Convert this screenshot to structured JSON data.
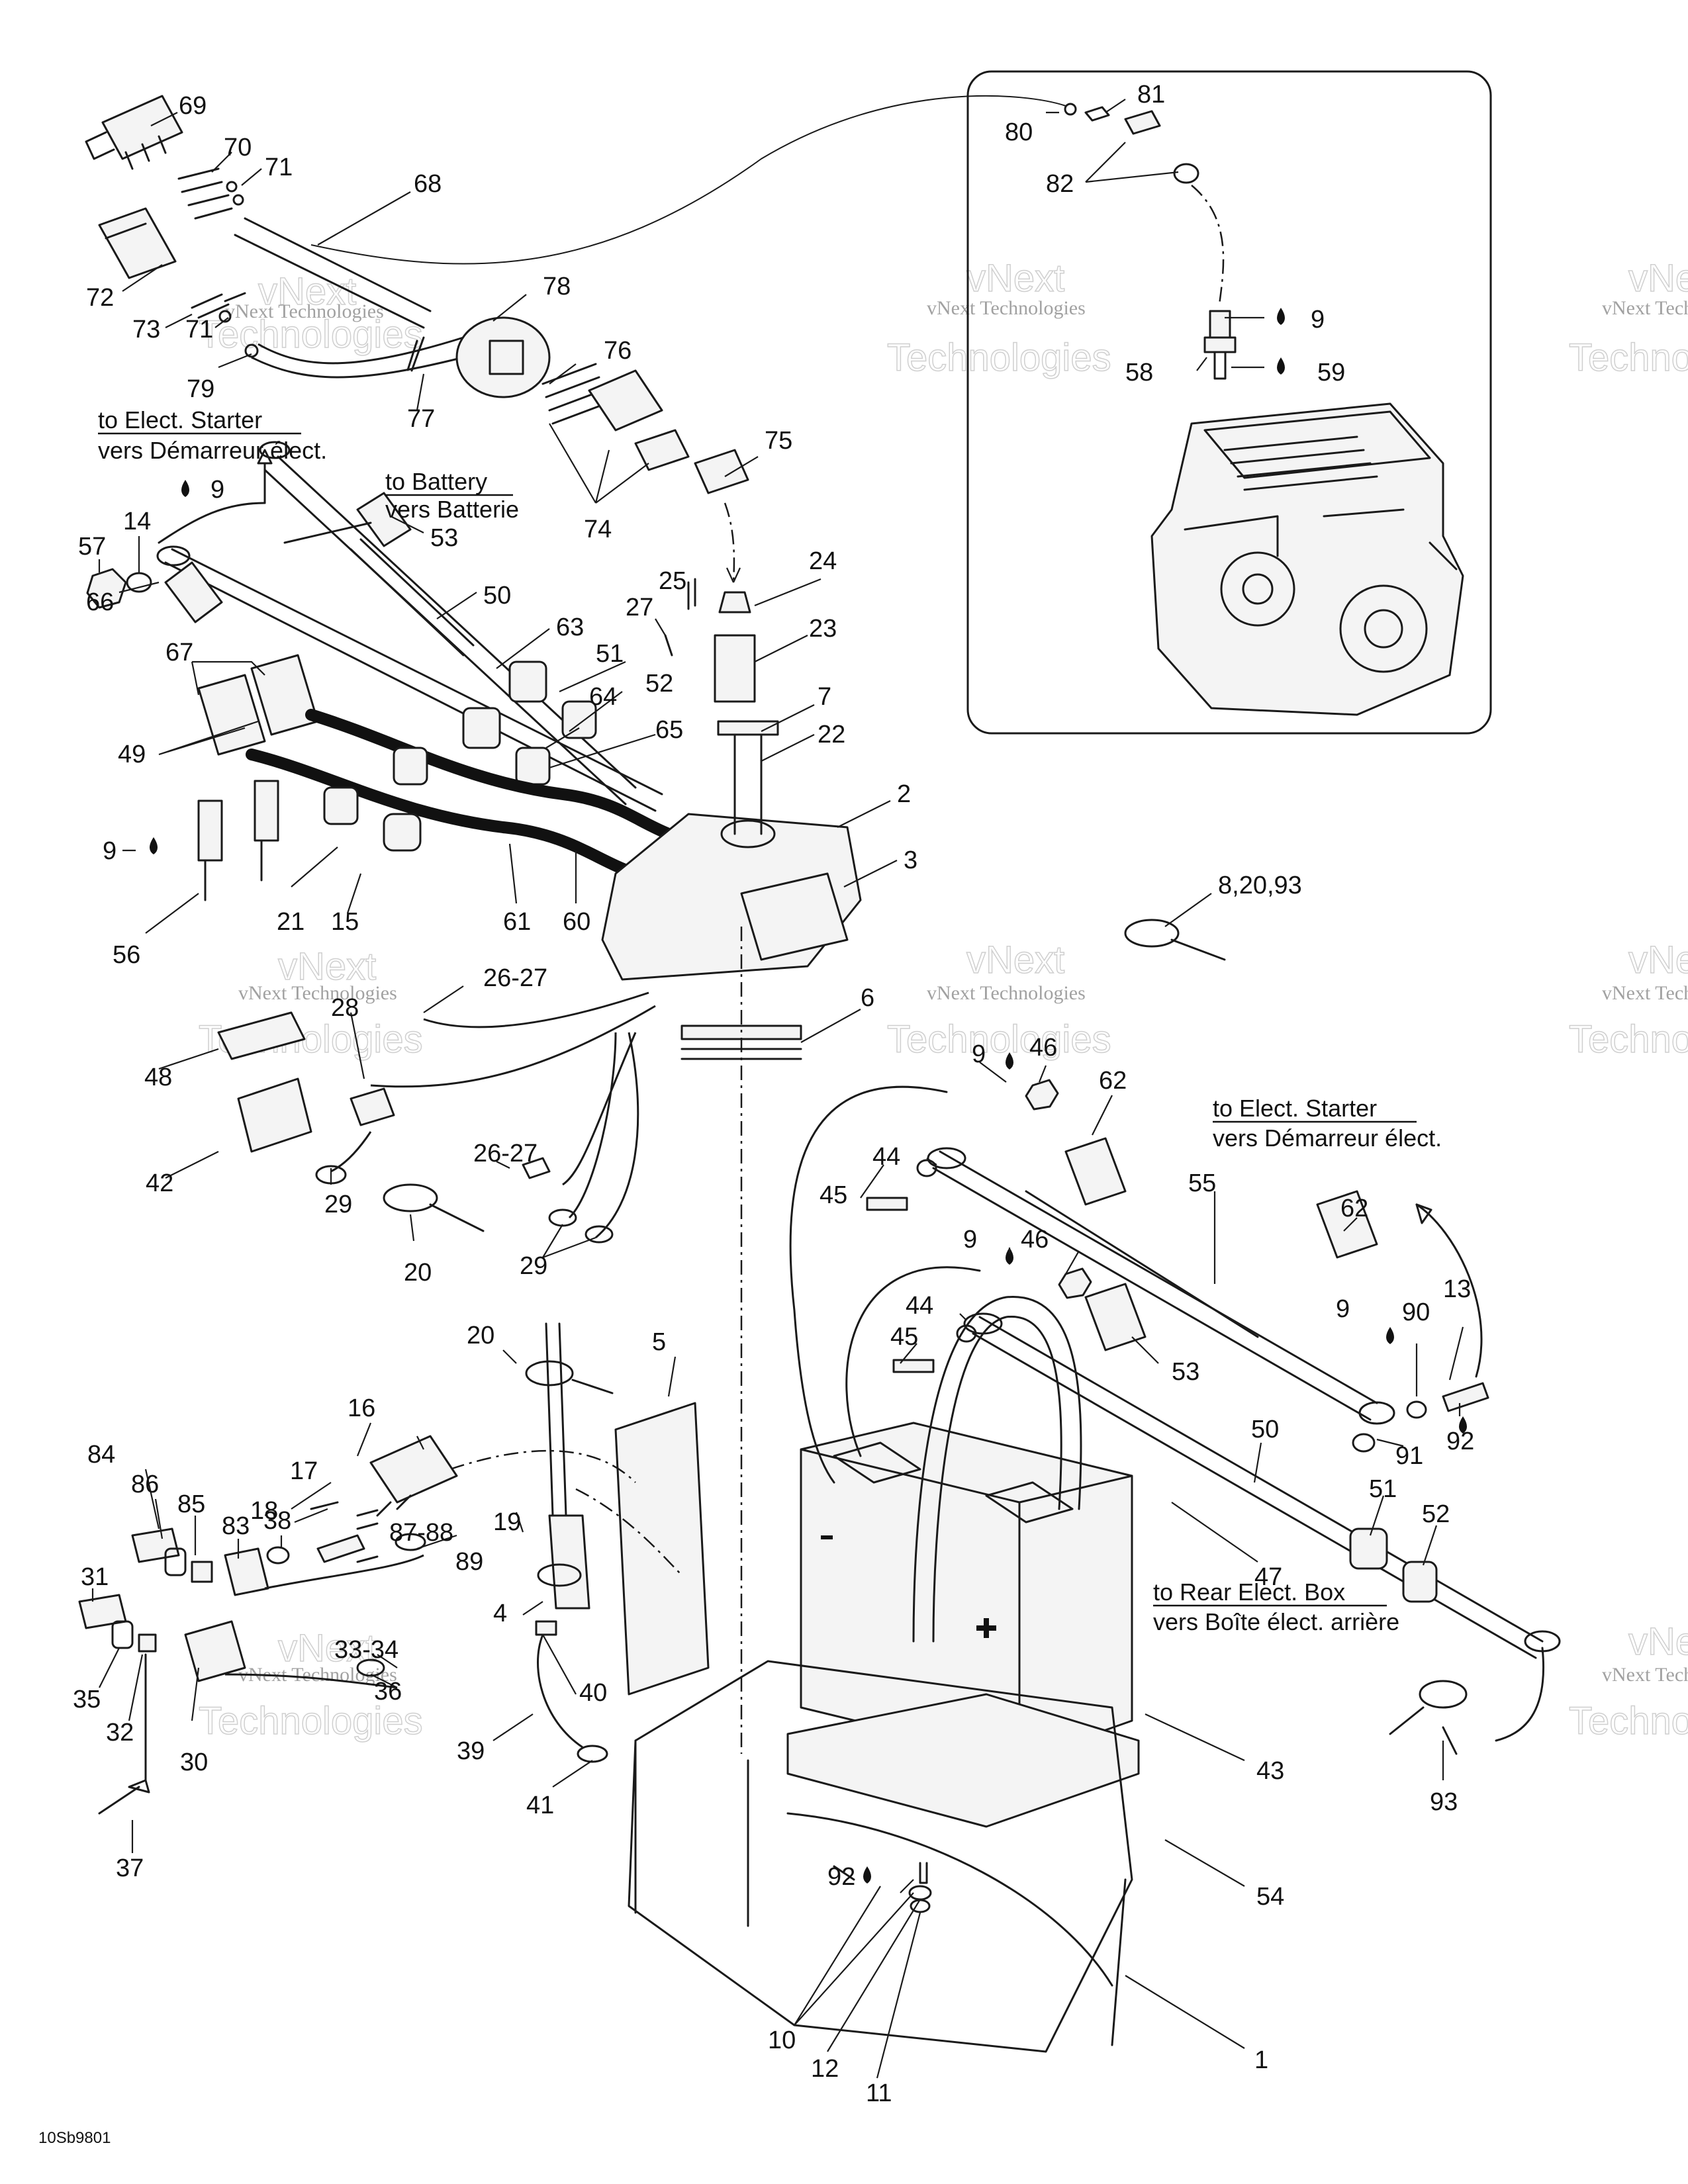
{
  "drawing_ref": "10Sb9801",
  "watermark": {
    "small": "vNext Technologies",
    "big_top": "vNext",
    "big_bottom": "Technologies"
  },
  "notes": {
    "starter_en_1": "to Elect. Starter",
    "starter_fr_1": "vers Démarreur élect.",
    "battery_en": "to Battery",
    "battery_fr": "vers Batterie",
    "starter_en_2": "to Elect. Starter",
    "starter_fr_2": "vers Démarreur élect.",
    "rear_box_en": "to Rear Elect. Box",
    "rear_box_fr": "vers Boîte élect. arrière"
  },
  "callouts": {
    "c69": "69",
    "c70": "70",
    "c71a": "71",
    "c68": "68",
    "c72": "72",
    "c73": "73",
    "c71b": "71",
    "c78": "78",
    "c79": "79",
    "c77": "77",
    "c76": "76",
    "c74": "74",
    "c75": "75",
    "c80": "80",
    "c81": "81",
    "c82": "82",
    "c9a": "9",
    "c58": "58",
    "c59": "59",
    "c9b": "9",
    "c57": "57",
    "c14": "14",
    "c66": "66",
    "c53a": "53",
    "c50a": "50",
    "c63": "63",
    "c25": "25",
    "c27": "27",
    "c24": "24",
    "c23": "23",
    "c51a": "51",
    "c52a": "52",
    "c64": "64",
    "c65": "65",
    "c67": "67",
    "c49": "49",
    "c7": "7",
    "c22": "22",
    "c2": "2",
    "c3": "3",
    "c9c": "9",
    "c21": "21",
    "c15": "15",
    "c61": "61",
    "c60": "60",
    "c56": "56",
    "c8": "8,20,93",
    "c2627a": "26-27",
    "c28": "28",
    "c48": "48",
    "c6": "6",
    "c9d": "9",
    "c46a": "46",
    "c62a": "62",
    "c42": "42",
    "c29a": "29",
    "c2627b": "26-27",
    "c44a": "44",
    "c45a": "45",
    "c20a": "20",
    "c29b": "29",
    "c55": "55",
    "c62b": "62",
    "c9e": "9",
    "c46b": "46",
    "c44b": "44",
    "c45b": "45",
    "c53b": "53",
    "c9f": "9",
    "c90": "90",
    "c13": "13",
    "c91": "91",
    "c92a": "92",
    "c20b": "20",
    "c5": "5",
    "c16": "16",
    "c50b": "50",
    "c17": "17",
    "c18": "18",
    "c84": "84",
    "c86": "86",
    "c85": "85",
    "c83": "83",
    "c38": "38",
    "c19": "19",
    "c8788": "87-88",
    "c89": "89",
    "c51b": "51",
    "c52b": "52",
    "c47": "47",
    "c31": "31",
    "c4": "4",
    "c3334": "33-34",
    "c36": "36",
    "c35": "35",
    "c32": "32",
    "c30": "30",
    "c40": "40",
    "c39": "39",
    "c41": "41",
    "c37": "37",
    "c43": "43",
    "c93": "93",
    "c54": "54",
    "c92b": "92",
    "c10": "10",
    "c12": "12",
    "c11": "11",
    "c1": "1"
  }
}
